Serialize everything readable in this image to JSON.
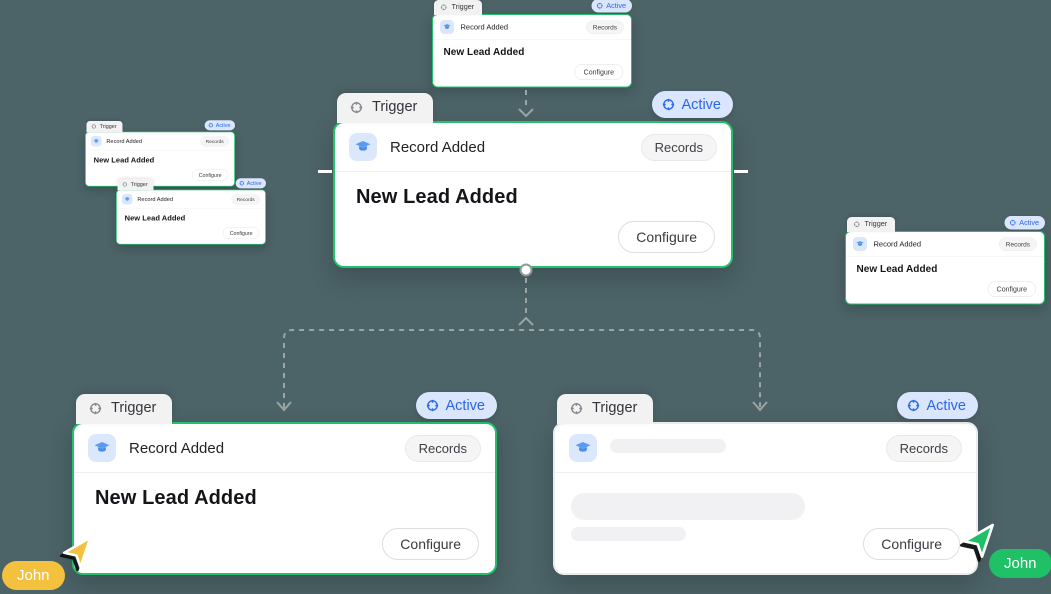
{
  "workspace": {
    "background_color": "#4c6367",
    "node_count": 7
  },
  "trigger_node": {
    "tab_label": "Trigger",
    "status_label": "Active",
    "title": "Record Added",
    "object_pill": "Records",
    "name": "New Lead Added",
    "configure_label": "Configure"
  },
  "presence": {
    "left_cursor": {
      "label": "John",
      "color": "#f4c13f"
    },
    "right_cursor": {
      "label": "John",
      "color": "#1fc066"
    }
  },
  "icons": {
    "tab_icon": "target-crosshair",
    "status_icon": "target-crosshair",
    "app_icon": "graduation-cap"
  },
  "colors": {
    "node_border_active": "#25c06b",
    "status_badge_bg": "#d9e6fd",
    "status_badge_text": "#2b66e8",
    "connector": "#9aa5a4",
    "skeleton": "#f1f1f3"
  }
}
